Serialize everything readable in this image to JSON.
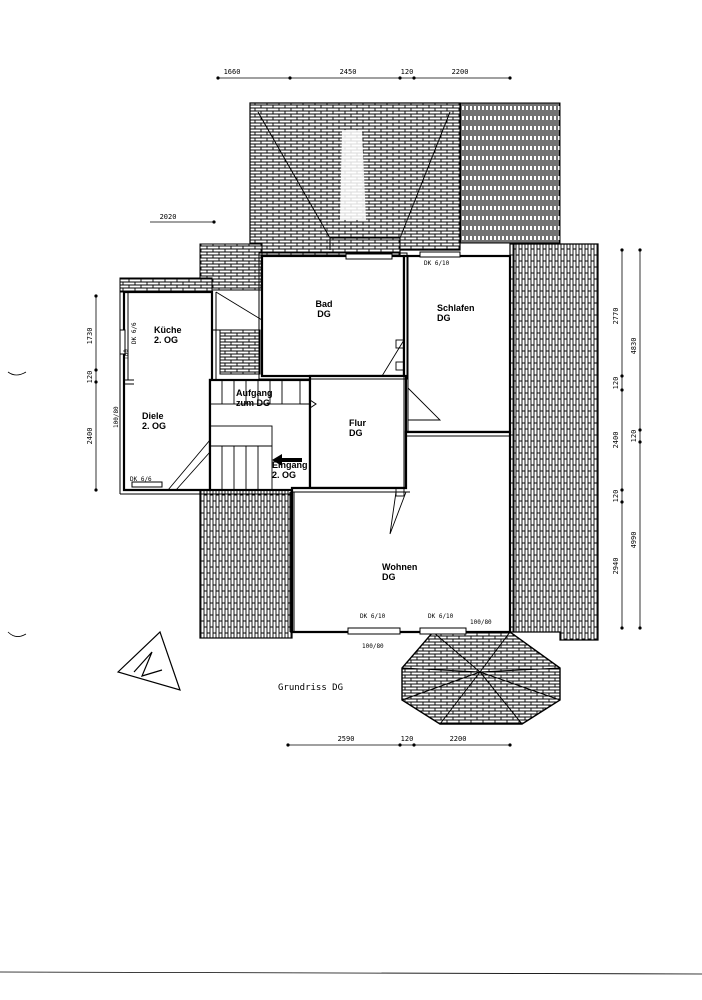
{
  "plan": {
    "title": "Grundriss DG",
    "rooms": {
      "bad": [
        "Bad",
        "DG"
      ],
      "schlafen": [
        "Schlafen",
        "DG"
      ],
      "kueche": [
        "Küche",
        "2. OG"
      ],
      "diele": [
        "Diele",
        "2. OG"
      ],
      "aufgang": [
        "Aufgang",
        "zum DG"
      ],
      "flur": [
        "Flur",
        "DG"
      ],
      "eingang": [
        "Eingang",
        "2. OG"
      ],
      "wohnen": [
        "Wohnen",
        "DG"
      ]
    },
    "windows": {
      "dk_top": "DK 6/10",
      "dk_left": "DK 6/6",
      "dk_wohnen_1": "DK 6/10",
      "dk_wohnen_2": "DK 6/10",
      "door_wohnen": "100/80",
      "door_bottom": "100/80",
      "door_diele": "100/80",
      "kueche_side": "DK 6/6",
      "kueche_side_2": "100"
    },
    "dimensions": {
      "top": [
        "1660",
        "2450",
        "120",
        "2200"
      ],
      "bottom": [
        "2590",
        "120",
        "2200"
      ],
      "mid_left": "2020",
      "left": [
        "1730",
        "120",
        "2400"
      ],
      "right_inner": [
        "2770",
        "120",
        "2400",
        "120",
        "2940"
      ],
      "right_outer": [
        "4830",
        "120",
        "4990"
      ]
    }
  }
}
